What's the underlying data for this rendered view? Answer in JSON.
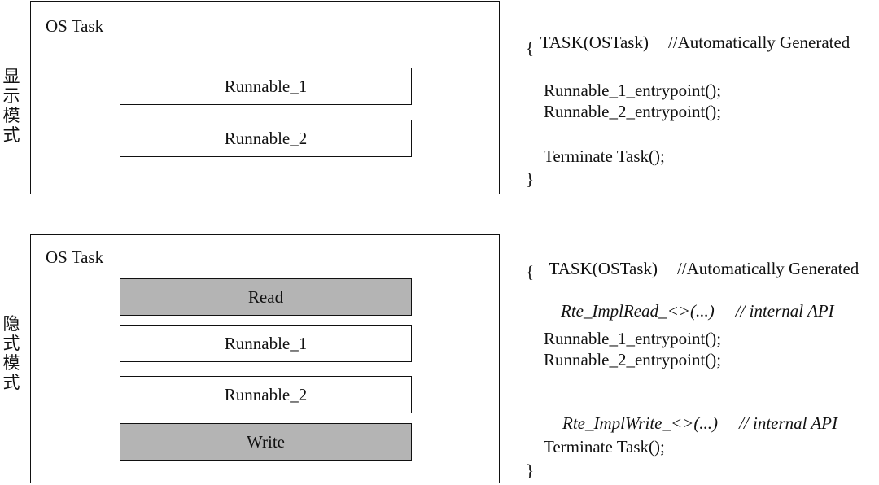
{
  "explicit": {
    "side_label": "显示模式",
    "box_title": "OS Task",
    "blocks": [
      "Runnable_1",
      "Runnable_2"
    ],
    "code": {
      "header": "TASK(OSTask)",
      "header_comment": "//Automatically Generated",
      "open_brace": "{",
      "call1": "Runnable_1_entrypoint();",
      "call2": "Runnable_2_entrypoint();",
      "terminate": "Terminate Task();",
      "close_brace": "}"
    }
  },
  "implicit": {
    "side_label": "隐式模式",
    "box_title": "OS Task",
    "blocks": [
      "Read",
      "Runnable_1",
      "Runnable_2",
      "Write"
    ],
    "code": {
      "header": "TASK(OSTask)",
      "header_comment": "//Automatically Generated",
      "open_brace": "{",
      "read_call": "Rte_ImplRead_<>(...)",
      "read_comment": "// internal API",
      "call1": "Runnable_1_entrypoint();",
      "call2": "Runnable_2_entrypoint();",
      "write_call": "Rte_ImplWrite_<>(...)",
      "write_comment": "// internal API",
      "terminate": "Terminate Task();",
      "close_brace": "}"
    }
  },
  "colors": {
    "shaded_block": "#b4b4b4",
    "stroke": "#111111"
  }
}
